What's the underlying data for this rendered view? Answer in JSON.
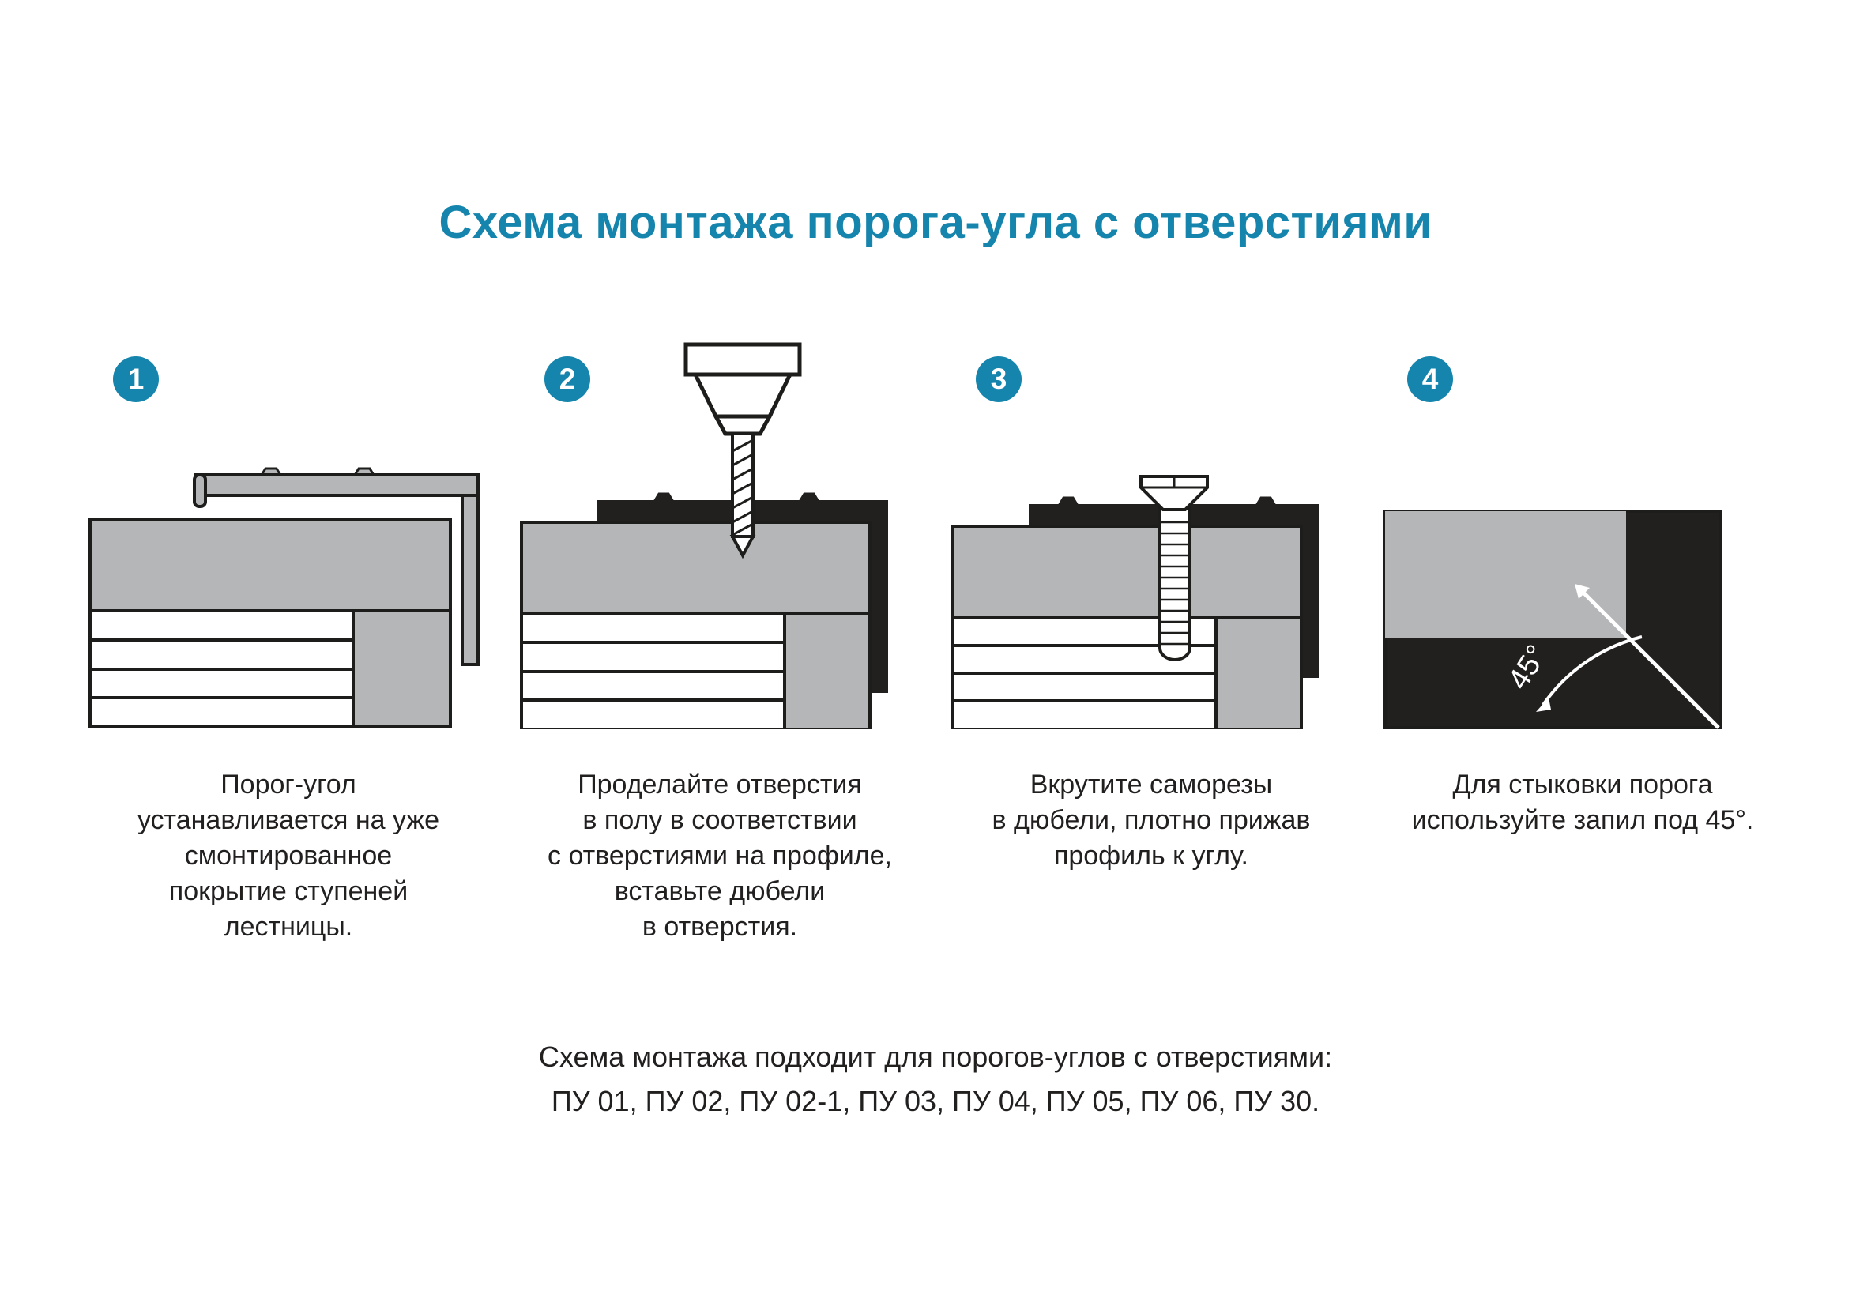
{
  "page": {
    "title": "Схема монтажа порога-угла с отверстиями"
  },
  "colors": {
    "accent": "#1685ad",
    "profile_gray": "#b4b6b8",
    "dark": "#221f1f",
    "outline": "#1d1d1b",
    "background": "#ffffff"
  },
  "steps": [
    {
      "number": "1",
      "caption": "Порог-угол\nустанавливается на уже\nсмонтированное\nпокрытие ступеней\nлестницы.",
      "illustration": "corner-profile-placed-on-step"
    },
    {
      "number": "2",
      "caption": "Проделайте отверстия\nв полу в соответствии\nс отверстиями на профиле,\nвставьте дюбели\nв отверстия.",
      "illustration": "drill-making-holes"
    },
    {
      "number": "3",
      "caption": "Вкрутите саморезы\nв дюбели, плотно прижав\nпрофиль к углу.",
      "illustration": "screw-into-dowel"
    },
    {
      "number": "4",
      "caption": "Для стыковки порога\nиспользуйте запил под 45°.",
      "illustration": "miter-joint-45-degrees",
      "angle_label": "45°"
    }
  ],
  "footer": {
    "line1": "Схема монтажа подходит для порогов-углов с отверстиями:",
    "line2": "ПУ 01, ПУ 02, ПУ 02-1, ПУ 03, ПУ 04, ПУ 05, ПУ 06, ПУ 30."
  }
}
